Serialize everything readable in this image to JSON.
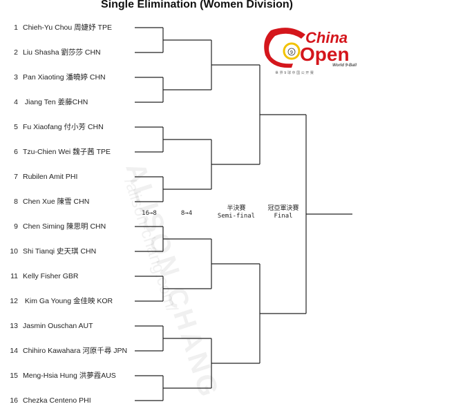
{
  "title": "Single Elimination (Women Division)",
  "players": [
    {
      "seed": "1",
      "name": "Chieh-Yu Chou 周婕妤 TPE"
    },
    {
      "seed": "2",
      "name": "Liu Shasha 劉莎莎 CHN"
    },
    {
      "seed": "3",
      "name": "Pan Xiaoting 潘曉婷 CHN"
    },
    {
      "seed": "4",
      "name": " Jiang Ten 姜藤CHN"
    },
    {
      "seed": "5",
      "name": "Fu Xiaofang 付小芳 CHN"
    },
    {
      "seed": "6",
      "name": "Tzu-Chien Wei 魏子茜 TPE"
    },
    {
      "seed": "7",
      "name": "Rubilen Amit PHI"
    },
    {
      "seed": "8",
      "name": "Chen Xue 陳雪 CHN"
    },
    {
      "seed": "9",
      "name": "Chen Siming 陳思明  CHN"
    },
    {
      "seed": "10",
      "name": "Shi Tianqi 史天琪 CHN"
    },
    {
      "seed": "11",
      "name": "Kelly Fisher GBR"
    },
    {
      "seed": "12",
      "name": " Kim Ga Young 金佳映 KOR"
    },
    {
      "seed": "13",
      "name": "Jasmin Ouschan AUT"
    },
    {
      "seed": "14",
      "name": "Chihiro Kawahara 河原千尋  JPN"
    },
    {
      "seed": "15",
      "name": "Meng-Hsia Hung 洪夢霞AUS"
    },
    {
      "seed": "16",
      "name": "Chezka Centeno PHI"
    }
  ],
  "rounds": {
    "r16": "16→8",
    "qf": "8→4",
    "sf_cn": "半決賽",
    "sf_en": "Semi-final",
    "f_cn": "冠亞軍決賽",
    "f_en": "Final"
  },
  "logo": {
    "line1": "China",
    "line2": "Open",
    "sub": "World 9-Ball",
    "cn": "世 界 9 球 中 国 公 开 赛",
    "ball": "9"
  },
  "watermark": {
    "main": "ALISON CHANG",
    "url": "/alison-chang.com/"
  },
  "colors": {
    "line": "#222222",
    "logo_red": "#d4161c",
    "logo_yellow": "#f2c200"
  }
}
